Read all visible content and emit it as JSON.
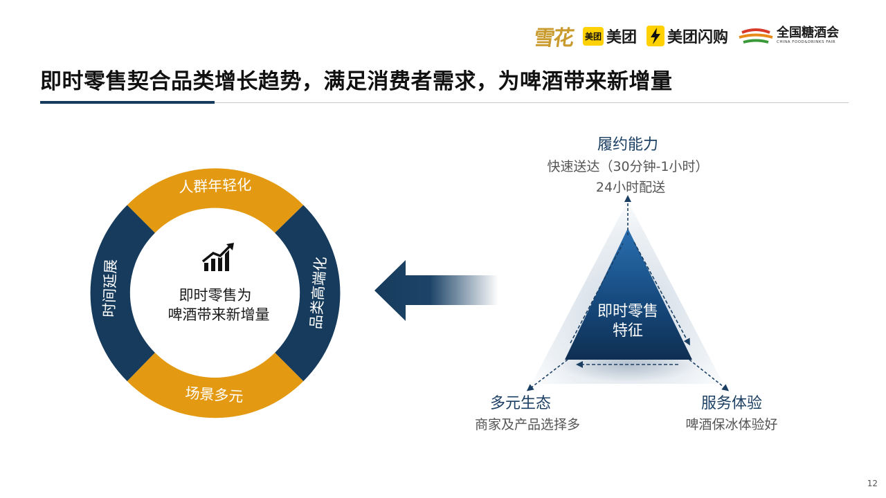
{
  "logos": {
    "snow": "雪花",
    "meituan_box": "美团",
    "meituan": "美团",
    "shangou": "美团闪购",
    "fair_cn": "全国糖酒会",
    "fair_en": "CHINA FOOD&DRINKS FAIR"
  },
  "title": "即时零售契合品类增长趋势，满足消费者需求，为啤酒带来新增量",
  "ring": {
    "top": "人群年轻化",
    "right": "品类高端化",
    "bottom": "场景多元",
    "left": "时间延展",
    "center_line1": "即时零售为",
    "center_line2": "啤酒带来新增量",
    "icon": "growth-chart-icon"
  },
  "triangle": {
    "center_line1": "即时零售",
    "center_line2": "特征",
    "top": {
      "title": "履约能力",
      "line1": "快速送达（30分钟-1小时）",
      "line2": "24小时配送"
    },
    "left": {
      "title": "多元生态",
      "line1": "商家及产品选择多"
    },
    "right": {
      "title": "服务体验",
      "line1": "啤酒保冰体验好"
    }
  },
  "arrow_icon": "left-arrow-icon",
  "page_number": "12",
  "colors": {
    "navy": "#163b5c",
    "gold": "#e39a12",
    "label_blue": "#1b3f63"
  }
}
